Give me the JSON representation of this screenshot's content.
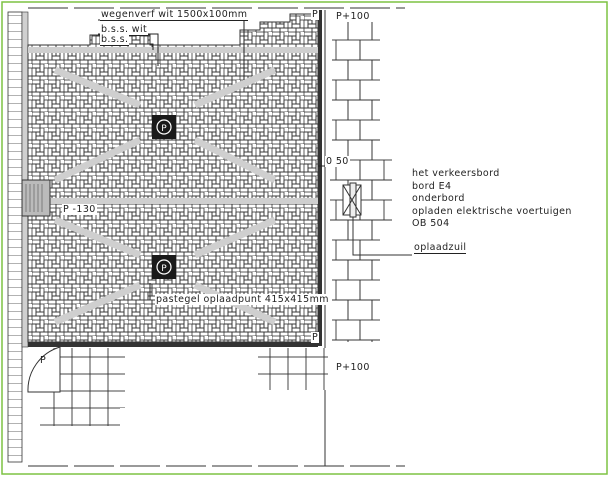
{
  "labels": {
    "road_paint": "wegenverf wit 1500x100mm",
    "bss_white": "b.s.s. wit",
    "bss": "b.s.s.",
    "p_top": "P",
    "p_plus_top": "P+100",
    "dim_050": "0 50",
    "sign_lines": [
      "het verkeersbord",
      "bord E4",
      "onderbord",
      "opladen elektrische voertuigen",
      "OB 504"
    ],
    "charging_post": "oplaadzuil",
    "p_minus": "P -130",
    "tile": "pastegel oplaadpunt 415x415mm",
    "p_bottom_right": "P",
    "p_plus_bottom": "P+100",
    "p_bottom_left": "P"
  },
  "colors": {
    "frame": "#7dc242",
    "stripe": "#cfcfcf",
    "ink": "#222222",
    "tile": "#1a1a1a"
  },
  "icons": [
    "charging-tile-icon",
    "charging-tile-icon"
  ]
}
